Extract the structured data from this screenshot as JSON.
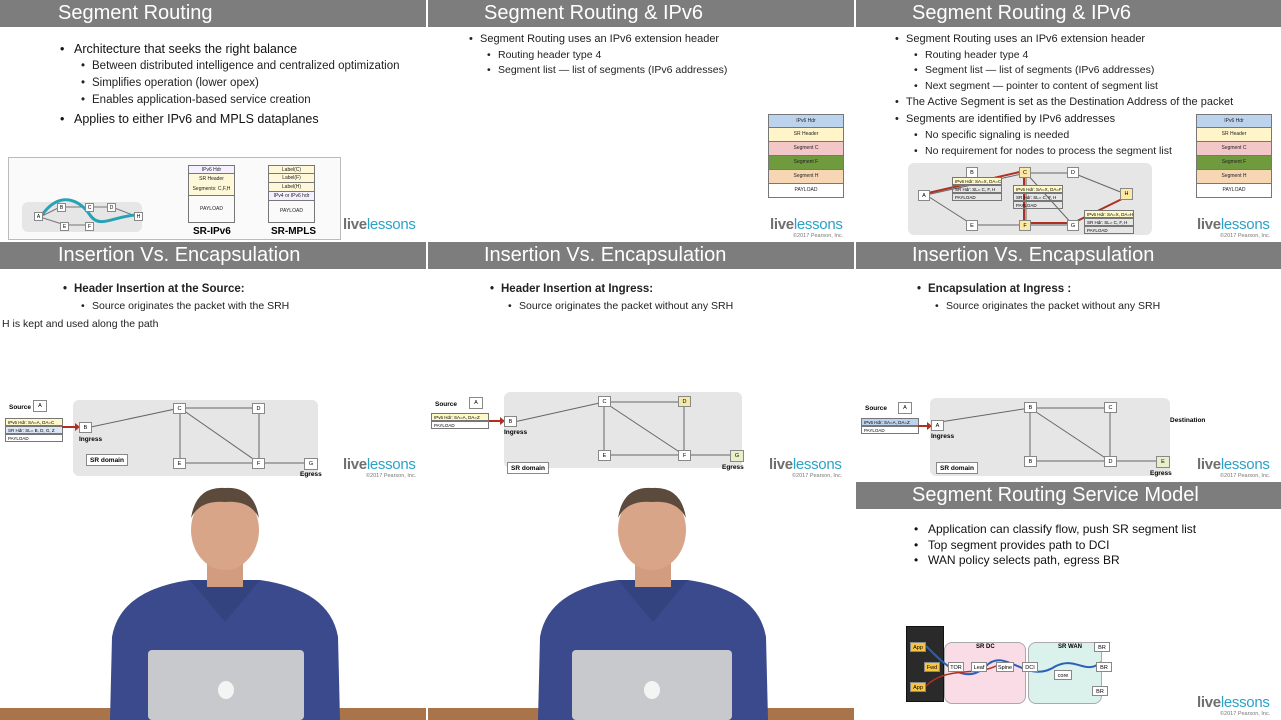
{
  "tiles": {
    "t1": {
      "title": "Segment Routing",
      "bullets": [
        "Architecture that seeks the right balance",
        "Applies to either IPv6 and MPLS dataplanes"
      ],
      "subbullets": [
        "Between distributed intelligence and centralized optimization",
        "Simplifies operation (lower opex)",
        "Enables application-based service creation"
      ],
      "sr_ipv6_label": "SR-IPv6",
      "sr_mpls_label": "SR-MPLS",
      "ipv6_stack": [
        "IPv6 Hdr",
        "SR Header\nSegments: C,F,H",
        "PAYLOAD"
      ],
      "mpls_stack": [
        "Label(C)",
        "Label(F)",
        "Label(H)",
        "IPv4 or IPv6 hdr",
        "PAYLOAD"
      ],
      "nodes": [
        "A",
        "B",
        "C",
        "D",
        "E",
        "F",
        "H"
      ]
    },
    "t2": {
      "title": "Segment Routing & IPv6",
      "bullet": "Segment Routing uses an IPv6 extension header",
      "subbullets": [
        "Routing header type 4",
        "Segment list — list of segments (IPv6 addresses)"
      ],
      "stack": [
        "IPv6 Hdr",
        "SR Header",
        "Segment C",
        "Segment F",
        "Segment H",
        "PAYLOAD"
      ]
    },
    "t3": {
      "title": "Segment Routing & IPv6",
      "bullets": [
        "Segment Routing uses an IPv6 extension header",
        "The Active Segment is set as the Destination Address of the packet",
        "Segments are identified by IPv6 addresses"
      ],
      "sub_a": [
        "Routing header type 4",
        "Segment list — list of segments (IPv6 addresses)",
        "Next segment — pointer to content of segment list"
      ],
      "sub_b": [
        "No specific signaling is needed",
        "No requirement for nodes to process the segment list"
      ],
      "stack": [
        "IPv6 Hdr",
        "SR Header",
        "Segment C",
        "Segment F",
        "Segment H",
        "PAYLOAD"
      ],
      "nodes": [
        "A",
        "B",
        "C",
        "D",
        "E",
        "F",
        "G",
        "H"
      ],
      "pkt1": [
        "IPv6 Hdr: SA=X, DA=C",
        "SR Hdr: SL= C, F, H",
        "PAYLOAD"
      ],
      "pkt2": [
        "IPv6 Hdr: SA=X, DA=F",
        "SR Hdr: SL= C, F, H",
        "PAYLOAD"
      ],
      "pkt3": [
        "IPv6 Hdr: SA=X, DA=H",
        "SR Hdr: SL= C, F, H",
        "PAYLOAD"
      ]
    },
    "t4": {
      "title": "Insertion Vs. Encapsulation",
      "bullet": "Header Insertion at the Source:",
      "sub": "Source originates the packet with the SRH",
      "stray": "H is kept and used along the path",
      "source": "Source",
      "ingress": "Ingress",
      "egress": "Egress",
      "domain": "SR domain",
      "nodes": [
        "A",
        "B",
        "C",
        "D",
        "E",
        "F",
        "G"
      ],
      "pkt": [
        "IPv6 Hdr: SA=A, DA=C",
        "SR Hdr: SL= B, D, G, Z",
        "PAYLOAD"
      ]
    },
    "t5": {
      "title": "Insertion Vs. Encapsulation",
      "bullet": "Header Insertion at Ingress:",
      "sub": "Source originates the packet without any SRH",
      "source": "Source",
      "ingress": "Ingress",
      "egress": "Egress",
      "domain": "SR domain",
      "nodes": [
        "A",
        "B",
        "C",
        "D",
        "E",
        "F",
        "G"
      ],
      "pkt": [
        "IPv6 Hdr: SA=A, DA=Z",
        "PAYLOAD"
      ]
    },
    "t6": {
      "title": "Insertion Vs. Encapsulation",
      "bullet": "Encapsulation at Ingress :",
      "sub": "Source originates the packet without any SRH",
      "source": "Source",
      "ingress": "Ingress",
      "egress": "Egress",
      "destination": "Destination",
      "domain": "SR domain",
      "nodes": [
        "A",
        "B",
        "C",
        "B",
        "D",
        "E"
      ],
      "pkt": [
        "IPv6 Hdr: SA=A, DA=Z",
        "PAYLOAD"
      ]
    },
    "t9": {
      "title": "Segment Routing Service Model",
      "bullets": [
        "Application can classify flow, push SR segment list",
        "Top segment provides path to DCI",
        "WAN policy selects path, egress BR"
      ],
      "dc_label": "SR DC",
      "wan_label": "SR WAN",
      "nodes": [
        "App",
        "Fwd",
        "App",
        "TOR",
        "Leaf",
        "Spine",
        "DCI",
        "core",
        "BR",
        "BR",
        "BR"
      ]
    }
  },
  "logo": {
    "live": "live",
    "lessons": "lessons",
    "copyright": "©2017 Pearson, Inc."
  },
  "colors": {
    "header": "#7d7d7d",
    "logo_accent": "#2aa2c8",
    "path": "#b03020",
    "shirt": "#3b4a8c"
  }
}
